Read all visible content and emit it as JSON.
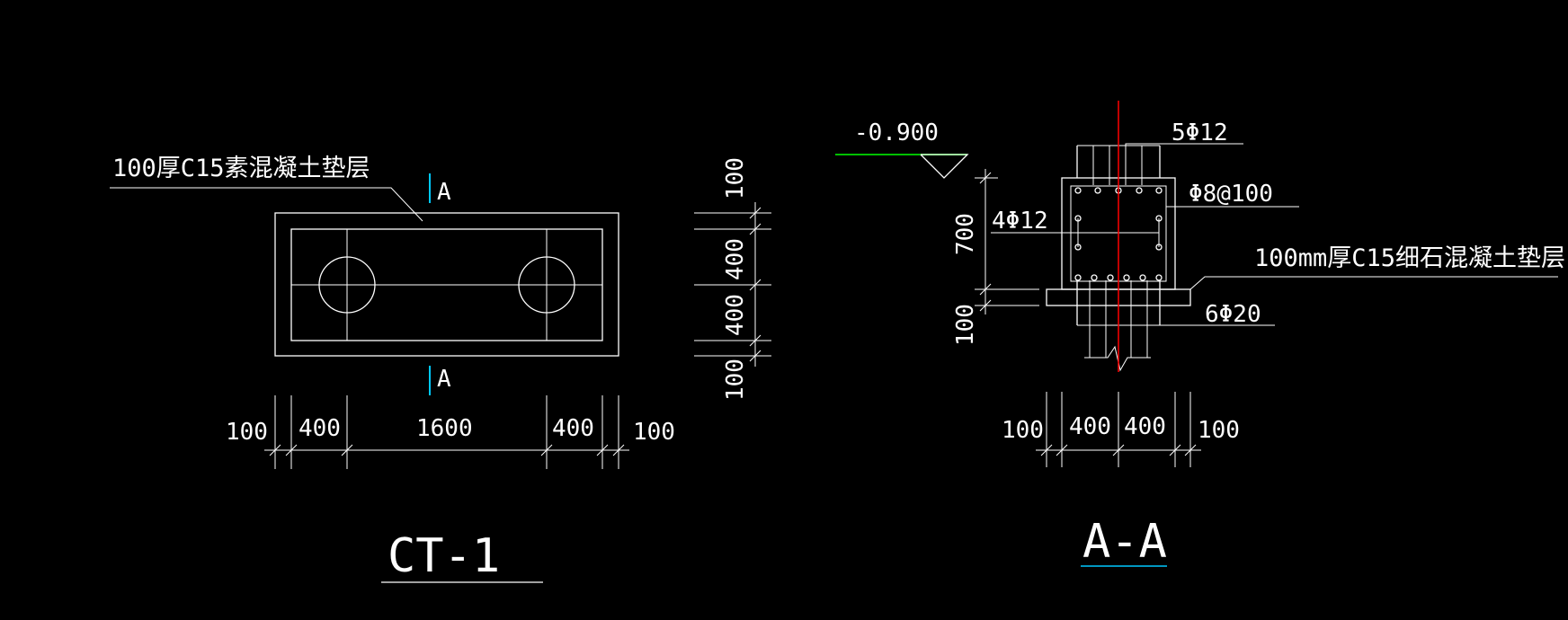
{
  "colors": {
    "background": "#000000",
    "line": "#ffffff",
    "section_mark": "#00c8ff",
    "ground_line": "#00c000",
    "centerline": "#ff0000",
    "title_underline_aa": "#00c8ff"
  },
  "plan_view": {
    "title": "CT-1",
    "cushion_note": "100厚C15素混凝土垫层",
    "section_mark_top": "A",
    "section_mark_bottom": "A",
    "bottom_dims": [
      "100",
      "400",
      "1600",
      "400",
      "100"
    ],
    "side_dims": [
      "100",
      "400",
      "400",
      "100"
    ]
  },
  "section_view": {
    "title": "A-A",
    "elevation": "-0.900",
    "top_bars": "5Φ12",
    "stirrups": "Φ8@100",
    "side_bars": "4Φ12",
    "cushion_note": "100mm厚C15细石混凝土垫层",
    "bottom_bars": "6Φ20",
    "height_dims": [
      "700",
      "100"
    ],
    "bottom_dims": [
      "100",
      "400",
      "400",
      "100"
    ]
  }
}
